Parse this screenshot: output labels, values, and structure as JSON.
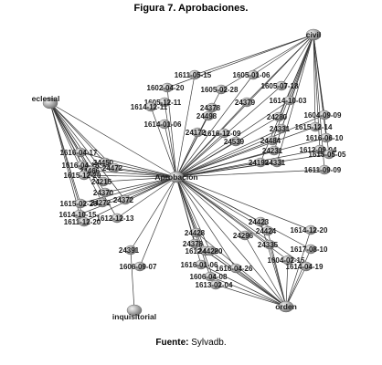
{
  "title": "Figura 7. Aprobaciones.",
  "caption": {
    "label": "Fuente:",
    "source": "Sylvadb."
  },
  "colors": {
    "edge": "#3a3a3a",
    "node_light": "#f2f2f2",
    "node_dark": "#7a7a7a"
  },
  "nodes": {
    "aprobacion": "Aprobación",
    "civil": "civil",
    "eclesial": "eclesial",
    "inquisitorial": "inquisitorial",
    "orden": "orden",
    "n1": "1611-05-15",
    "n2": "1605-01-06",
    "n3": "1602-04-20",
    "n4": "1605-07-18",
    "n5": "1605-02-28",
    "n6": "1605-12-11",
    "n7": "1614-12-11",
    "n8": "24379",
    "n9": "1614-10-03",
    "n10": "24378",
    "n11": "24498",
    "n12": "24280",
    "n13": "1604-09-09",
    "n14": "1614-01-06",
    "n15": "24331",
    "n16": "1615-12-14",
    "n17": "24172",
    "n18": "1616-12-09",
    "n19": "24539",
    "n20": "1616-06-10",
    "n21": "24484",
    "n22": "24231",
    "n23": "1612-09-04",
    "n24": "1615-05-05",
    "n25": "24193",
    "n26": "24331",
    "n27": "1611-09-09",
    "n28": "1616-04-17",
    "n29": "24450",
    "n30": "24472",
    "n31": "1616-04-18",
    "n32": "24466",
    "n33": "1615-12-20",
    "n34": "24215",
    "n35": "24370",
    "n36": "1615-02-20",
    "n37": "24272",
    "n38": "1614-10-15",
    "n39": "24372",
    "n40": "1611-12-20",
    "n41": "1612-12-13",
    "n42": "24391",
    "n43": "1606-09-07",
    "n44": "24428",
    "n45": "24423",
    "n46": "24296",
    "n47": "1614-12-20",
    "n48": "24378",
    "n49": "24424",
    "n50": "24335",
    "n51": "1612-02-20",
    "n52": "1617-08-10",
    "n53": "1616-01-06",
    "n54": "1604-02-15",
    "n55": "1616-04-26",
    "n56": "1614-04-19",
    "n57": "1606-04-08",
    "n58": "1613-02-04",
    "n59": "24428"
  }
}
